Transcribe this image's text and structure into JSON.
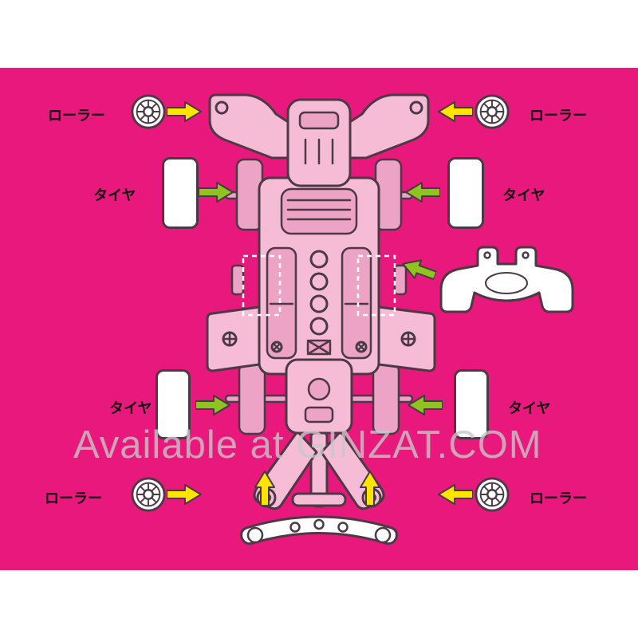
{
  "diagram": {
    "watermark": "Available at GINZAT.COM",
    "labels": {
      "roller": "ローラー",
      "tire": "タイヤ"
    },
    "colors": {
      "panel_pink": "#e8187c",
      "arrow_yellow": "#ffe400",
      "arrow_green": "#8fc31f",
      "arrow_outline": "#473a42",
      "chassis_fill": "#f6bcd6",
      "chassis_shade": "#eda3c6",
      "chassis_line": "#4b3a44",
      "part_fill": "#ffffff",
      "label_color": "#101010",
      "watermark_color": "rgba(200,200,200,0.8)"
    },
    "icons": {
      "roller_icon": "roller-wheel",
      "tire_icon": "tire",
      "arrow_icon": "direction-arrow",
      "chassis": "mini4wd-chassis-top-view",
      "side_part": "front-under-guard-part",
      "rear_part": "rear-roller-stay-plate"
    }
  }
}
